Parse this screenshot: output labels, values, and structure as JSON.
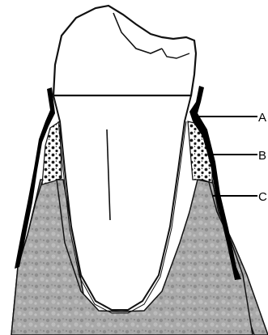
{
  "labels": {
    "a": "A",
    "b": "B",
    "c": "C"
  },
  "colors": {
    "outline": "#111111",
    "tooth": "#ffffff",
    "bone": "#a9a9a9",
    "bone_texture": "#8a8a8a",
    "cancellous_fill": "#ffffff",
    "cancellous_dots": "#1a1a1a",
    "gingiva": "#000000"
  }
}
